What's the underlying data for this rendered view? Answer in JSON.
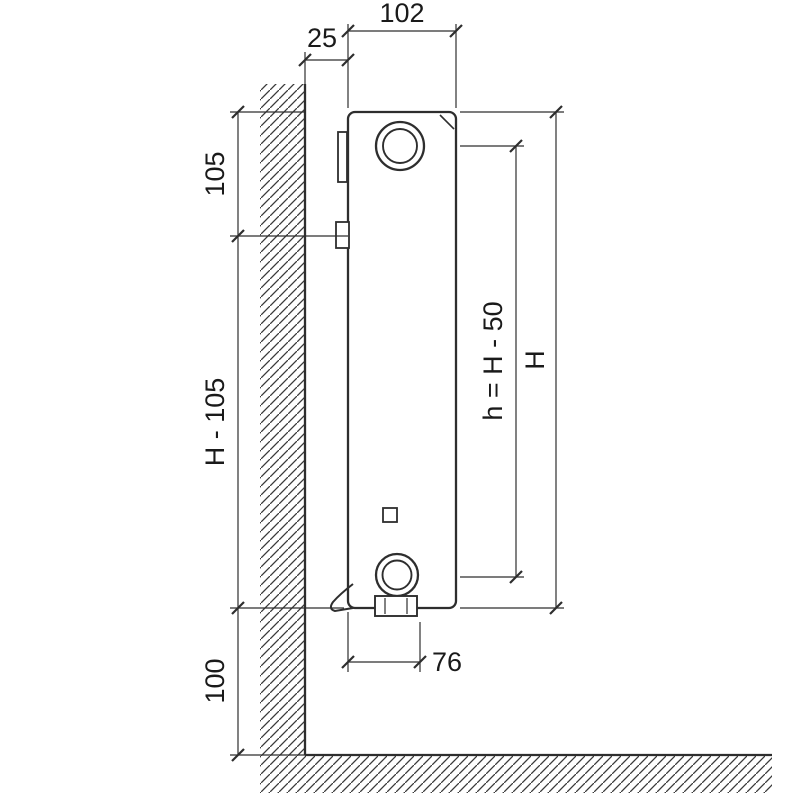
{
  "diagram": {
    "type": "technical-drawing",
    "subject": "wall-mounted panel radiator side view with installation dimensions",
    "colors": {
      "line": "#2e2e2e",
      "text": "#1a1a1a",
      "hatch": "#3a3a3a",
      "background": "#ffffff"
    },
    "dimensions": {
      "top_depth": "102",
      "wall_gap": "25",
      "top_to_bracket": "105",
      "bracket_to_bottom": "H - 105",
      "bottom_to_floor": "100",
      "connection_spacing": "h = H - 50",
      "total_height": "H",
      "bottom_offset": "76"
    }
  }
}
